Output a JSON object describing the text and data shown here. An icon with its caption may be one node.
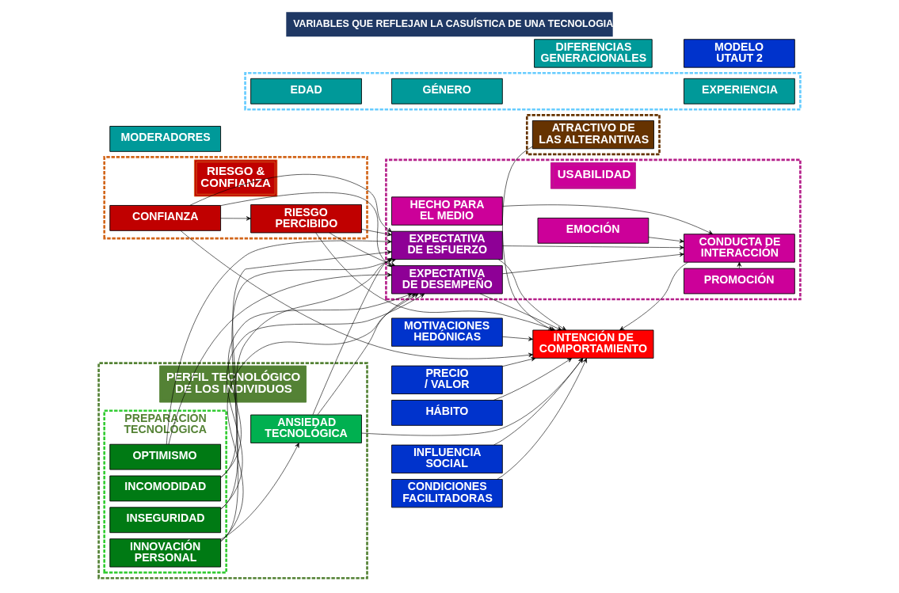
{
  "diagram": {
    "title": "VARIABLES QUE REFLEJAN LA CASUÍSTICA DE UNA TECNOLOGIA",
    "nodes": [
      {
        "text": [
          "RIESGO & CONFIANZA"
        ]
      },
      {
        "text": [
          "CONFIANZA"
        ],
        "in": 0
      },
      {
        "text": [
          "RIESGO PERCIBIDO"
        ],
        "in": 0
      },
      {
        "text": [
          "USABILIDAD"
        ]
      },
      {
        "text": [
          "HECHO PARA EL MEDIO"
        ],
        "in": 3
      },
      {
        "text": [
          "PROMOCIÓN"
        ],
        "in": 3
      },
      {
        "text": [
          "EMOCIÓN"
        ],
        "in": 3
      },
      {
        "text": [
          "EXPECTATIVA DE DESEMPEÑO"
        ],
        "in": 3
      },
      {
        "text": [
          "CONDUCTA DE INTERACCIÓN"
        ],
        "in": 3
      },
      {
        "text": [
          "EXPECTATIVA DE ESFUERZO"
        ],
        "in": 3
      },
      {
        "text": [
          "PERFIL TECNOLÓGICO DE LOS INDIVIDUOS"
        ]
      },
      {
        "text": [
          "PREPARACIÓN TECNOLÓGICA"
        ],
        "in": 10
      },
      {
        "text": [
          "INNOVACIÓN PERSONAL"
        ],
        "in": 11
      },
      {
        "text": [
          "OPTIMISMO"
        ],
        "in": 11
      },
      {
        "text": [
          "INCOMODIDAD"
        ],
        "in": 11
      },
      {
        "text": [
          "INSEGURIDAD"
        ],
        "in": 11
      },
      {
        "text": [
          "ANSIEDAD TECNOLÓGICA"
        ],
        "in": 10
      },
      {
        "text": [
          "INFLUENCIA SOCIAL"
        ]
      },
      {
        "text": [
          "CONDICIONES FACILITADORAS"
        ]
      },
      {
        "text": [
          "MOTIVACIONES HEDÓNICAS"
        ]
      },
      {
        "text": [
          "PRECIO / VALOR"
        ]
      },
      {
        "text": [
          "HÁBITO"
        ]
      },
      {
        "text": [
          "INTENCIÓN DE COMPORTAMIENTO"
        ]
      },
      {
        "text": [],
        "shape": "box"
      },
      {
        "text": [
          "ATRACTIVO DE LAS ALTERANTIVAS"
        ],
        "in": 23
      },
      {
        "text": [
          "MODERADORES"
        ]
      },
      {
        "text": [],
        "shape": "box"
      },
      {
        "text": [
          "EDAD"
        ],
        "in": 26
      },
      {
        "text": [
          "GÉNERO"
        ],
        "in": 26
      },
      {
        "text": [
          "EXPERIENCIA"
        ],
        "in": 26
      },
      {
        "text": [
          "DIFERENCIAS GENERACIONALES"
        ]
      },
      {
        "text": [
          "MODELO UTAUT 2"
        ]
      }
    ],
    "edges": [
      {
        "from": 1,
        "to": 2,
        "arrow": "to"
      },
      {
        "from": 1,
        "to": 7,
        "arrow": "to"
      },
      {
        "from": 1,
        "to": 9,
        "arrow": "to"
      },
      {
        "from": 2,
        "to": 7,
        "arrow": "to"
      },
      {
        "from": 2,
        "to": 9,
        "arrow": "to"
      },
      {
        "from": 1,
        "to": 22,
        "arrow": "to"
      },
      {
        "from": 2,
        "to": 22,
        "arrow": "to"
      },
      {
        "from": 4,
        "to": 8,
        "arrow": "to"
      },
      {
        "from": 5,
        "to": 8,
        "arrow": "to"
      },
      {
        "from": 6,
        "to": 8,
        "arrow": "to"
      },
      {
        "from": 7,
        "to": 8,
        "arrow": "to"
      },
      {
        "from": 9,
        "to": 8,
        "arrow": "to"
      },
      {
        "from": 7,
        "to": 22,
        "arrow": "to"
      },
      {
        "from": 9,
        "to": 22,
        "arrow": "to"
      },
      {
        "from": 8,
        "to": 22,
        "arrow": "to"
      },
      {
        "from": 12,
        "to": 7,
        "arrow": "to"
      },
      {
        "from": 12,
        "to": 9,
        "arrow": "to"
      },
      {
        "from": 13,
        "to": 7,
        "arrow": "to"
      },
      {
        "from": 13,
        "to": 9,
        "arrow": "to"
      },
      {
        "from": 14,
        "to": 7,
        "arrow": "to"
      },
      {
        "from": 14,
        "to": 9,
        "arrow": "to"
      },
      {
        "from": 15,
        "to": 7,
        "arrow": "to"
      },
      {
        "from": 15,
        "to": 9,
        "arrow": "to"
      },
      {
        "from": 16,
        "to": 7,
        "arrow": "to"
      },
      {
        "from": 16,
        "to": 9,
        "arrow": "to"
      },
      {
        "from": 12,
        "to": 16,
        "arrow": "to"
      },
      {
        "from": 17,
        "to": 22,
        "arrow": "to"
      },
      {
        "from": 18,
        "to": 22,
        "arrow": "to"
      },
      {
        "from": 19,
        "to": 22,
        "arrow": "to"
      },
      {
        "from": 20,
        "to": 22,
        "arrow": "to"
      },
      {
        "from": 21,
        "to": 22,
        "arrow": "to"
      },
      {
        "from": 16,
        "to": 22,
        "arrow": "to"
      },
      {
        "from": 24,
        "to": 22,
        "arrow": "to"
      }
    ]
  }
}
